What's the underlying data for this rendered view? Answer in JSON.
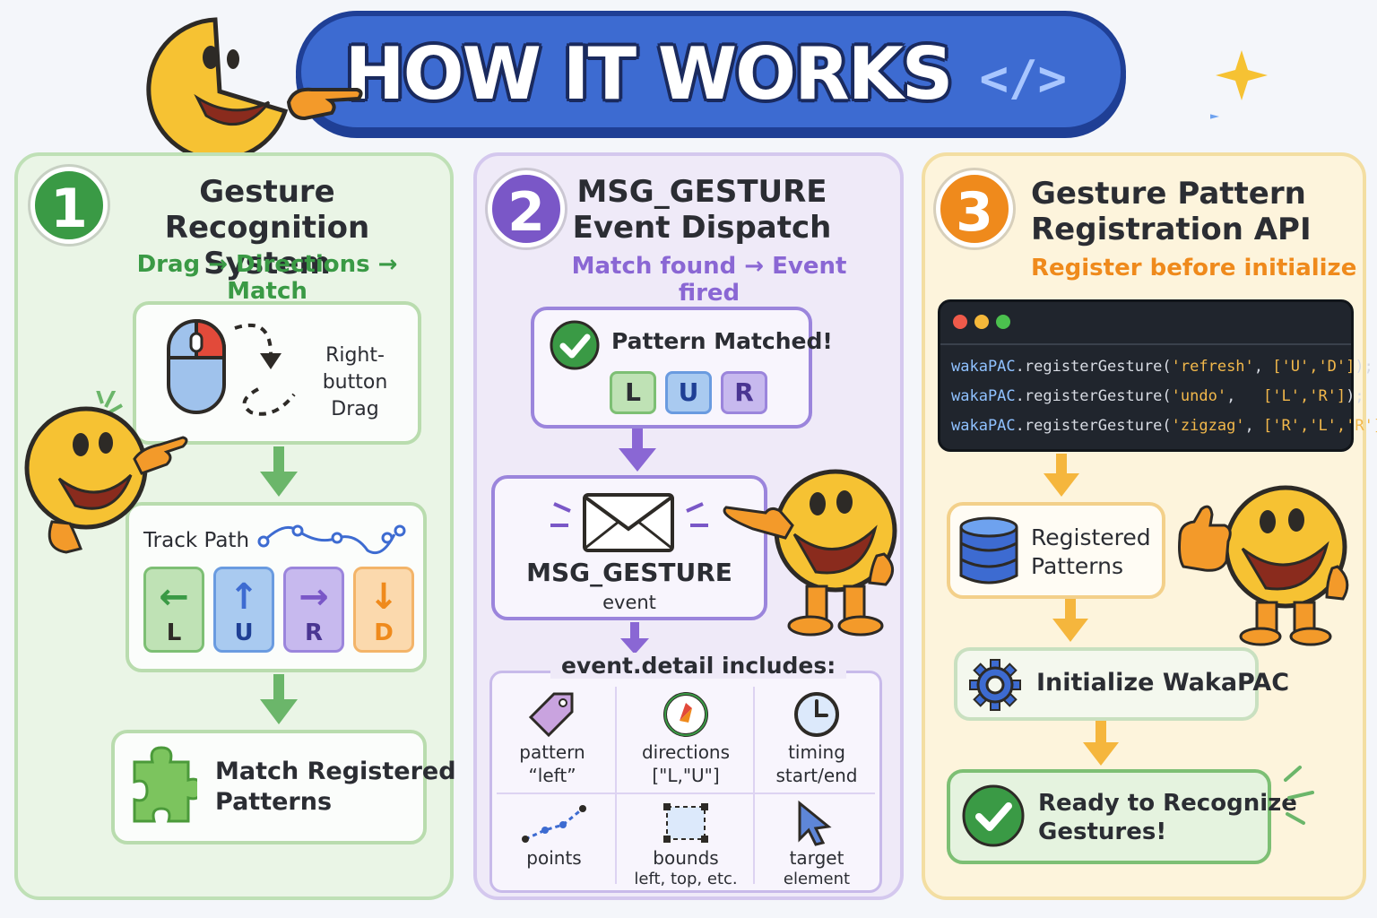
{
  "header": {
    "title": "HOW IT WORKS",
    "code_symbol": "</>"
  },
  "colors": {
    "green": "#3a9a45",
    "purple": "#7a57c7",
    "orange": "#ef8a1c",
    "blue": "#3d6bd1"
  },
  "step1": {
    "number": "1",
    "title_line1": "Gesture Recognition",
    "title_line2": "System",
    "subtitle": "Drag → Directions → Match",
    "mouse_label_line1": "Right-button",
    "mouse_label_line2": "Drag",
    "track_label": "Track Path",
    "directions": [
      {
        "glyph": "←",
        "letter": "L"
      },
      {
        "glyph": "↑",
        "letter": "U"
      },
      {
        "glyph": "→",
        "letter": "R"
      },
      {
        "glyph": "↓",
        "letter": "D"
      }
    ],
    "match_line1": "Match Registered",
    "match_line2": "Patterns"
  },
  "step2": {
    "number": "2",
    "title_line1": "MSG_GESTURE",
    "title_line2": "Event Dispatch",
    "subtitle": "Match found → Event fired",
    "matched_label": "Pattern Matched!",
    "matched_letters": [
      "L",
      "U",
      "R"
    ],
    "event_title": "MSG_GESTURE",
    "event_sub": "event",
    "detail_header": "event.detail includes:",
    "details": [
      {
        "name": "pattern",
        "value": "“left”",
        "icon": "tag-icon"
      },
      {
        "name": "directions",
        "value": "[\"L,\"U\"]",
        "icon": "compass-icon"
      },
      {
        "name": "timing",
        "value": "start/end",
        "icon": "clock-icon"
      },
      {
        "name": "points",
        "value": "",
        "icon": "points-icon"
      },
      {
        "name": "bounds",
        "value": "left, top, etc.",
        "icon": "bounds-icon"
      },
      {
        "name": "target",
        "value": "element",
        "icon": "cursor-icon"
      }
    ]
  },
  "step3": {
    "number": "3",
    "title_line1": "Gesture Pattern",
    "title_line2": "Registration API",
    "subtitle": "Register before initialize",
    "code": [
      {
        "obj": "wakaPAC",
        "fn": ".registerGesture(",
        "name": "'refresh'",
        "sep": ", ",
        "arr": "['U','D']",
        "end": ");"
      },
      {
        "obj": "wakaPAC",
        "fn": ".registerGesture(",
        "name": "'undo'",
        "sep": ",   ",
        "arr": "['L','R']",
        "end": ");"
      },
      {
        "obj": "wakaPAC",
        "fn": ".registerGesture(",
        "name": "'zigzag'",
        "sep": ", ",
        "arr": "['R','L','R']",
        "end": ");"
      }
    ],
    "registered_line1": "Registered",
    "registered_line2": "Patterns",
    "initialize_label": "Initialize WakaPAC",
    "ready_line1": "Ready to Recognize",
    "ready_line2": "Gestures!"
  }
}
